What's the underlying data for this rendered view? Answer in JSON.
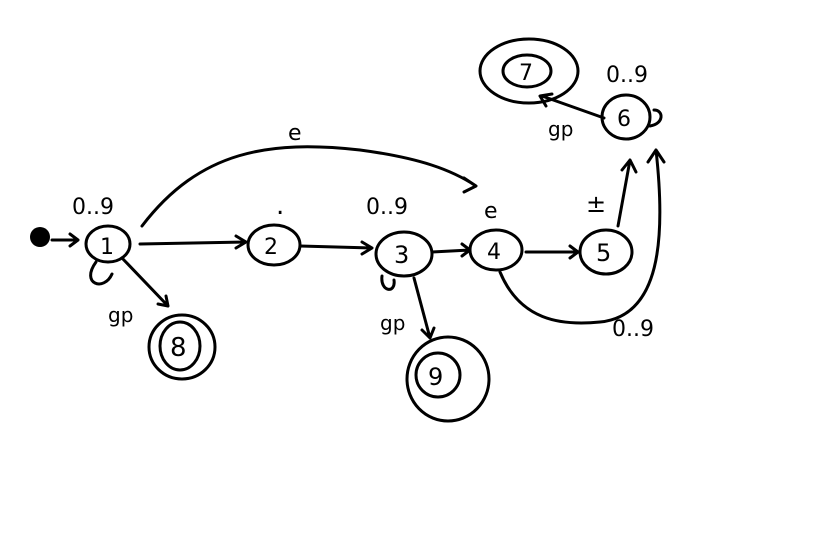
{
  "states": [
    {
      "id": "s1",
      "label": "1",
      "accepting": false
    },
    {
      "id": "s2",
      "label": "2",
      "accepting": false
    },
    {
      "id": "s3",
      "label": "3",
      "accepting": false
    },
    {
      "id": "s4",
      "label": "4",
      "accepting": false
    },
    {
      "id": "s5",
      "label": "5",
      "accepting": false
    },
    {
      "id": "s6",
      "label": "6",
      "accepting": false
    },
    {
      "id": "s7",
      "label": "7",
      "accepting": true
    },
    {
      "id": "s8",
      "label": "8",
      "accepting": true
    },
    {
      "id": "s9",
      "label": "9",
      "accepting": true
    }
  ],
  "transitions": [
    {
      "from": "s1",
      "to": "s1",
      "label": "0..9"
    },
    {
      "from": "s1",
      "to": "s2",
      "label": "."
    },
    {
      "from": "s1",
      "to": "s4",
      "label": "e"
    },
    {
      "from": "s1",
      "to": "s8",
      "label": "gp"
    },
    {
      "from": "s2",
      "to": "s3",
      "label": ""
    },
    {
      "from": "s3",
      "to": "s3",
      "label": "0..9"
    },
    {
      "from": "s3",
      "to": "s4",
      "label": "e"
    },
    {
      "from": "s3",
      "to": "s9",
      "label": "gp"
    },
    {
      "from": "s4",
      "to": "s5",
      "label": "±"
    },
    {
      "from": "s4",
      "to": "s6",
      "label": "0..9"
    },
    {
      "from": "s5",
      "to": "s6",
      "label": ""
    },
    {
      "from": "s6",
      "to": "s6",
      "label": "0..9"
    },
    {
      "from": "s6",
      "to": "s7",
      "label": "gp"
    }
  ],
  "start_marker": "start-dot"
}
